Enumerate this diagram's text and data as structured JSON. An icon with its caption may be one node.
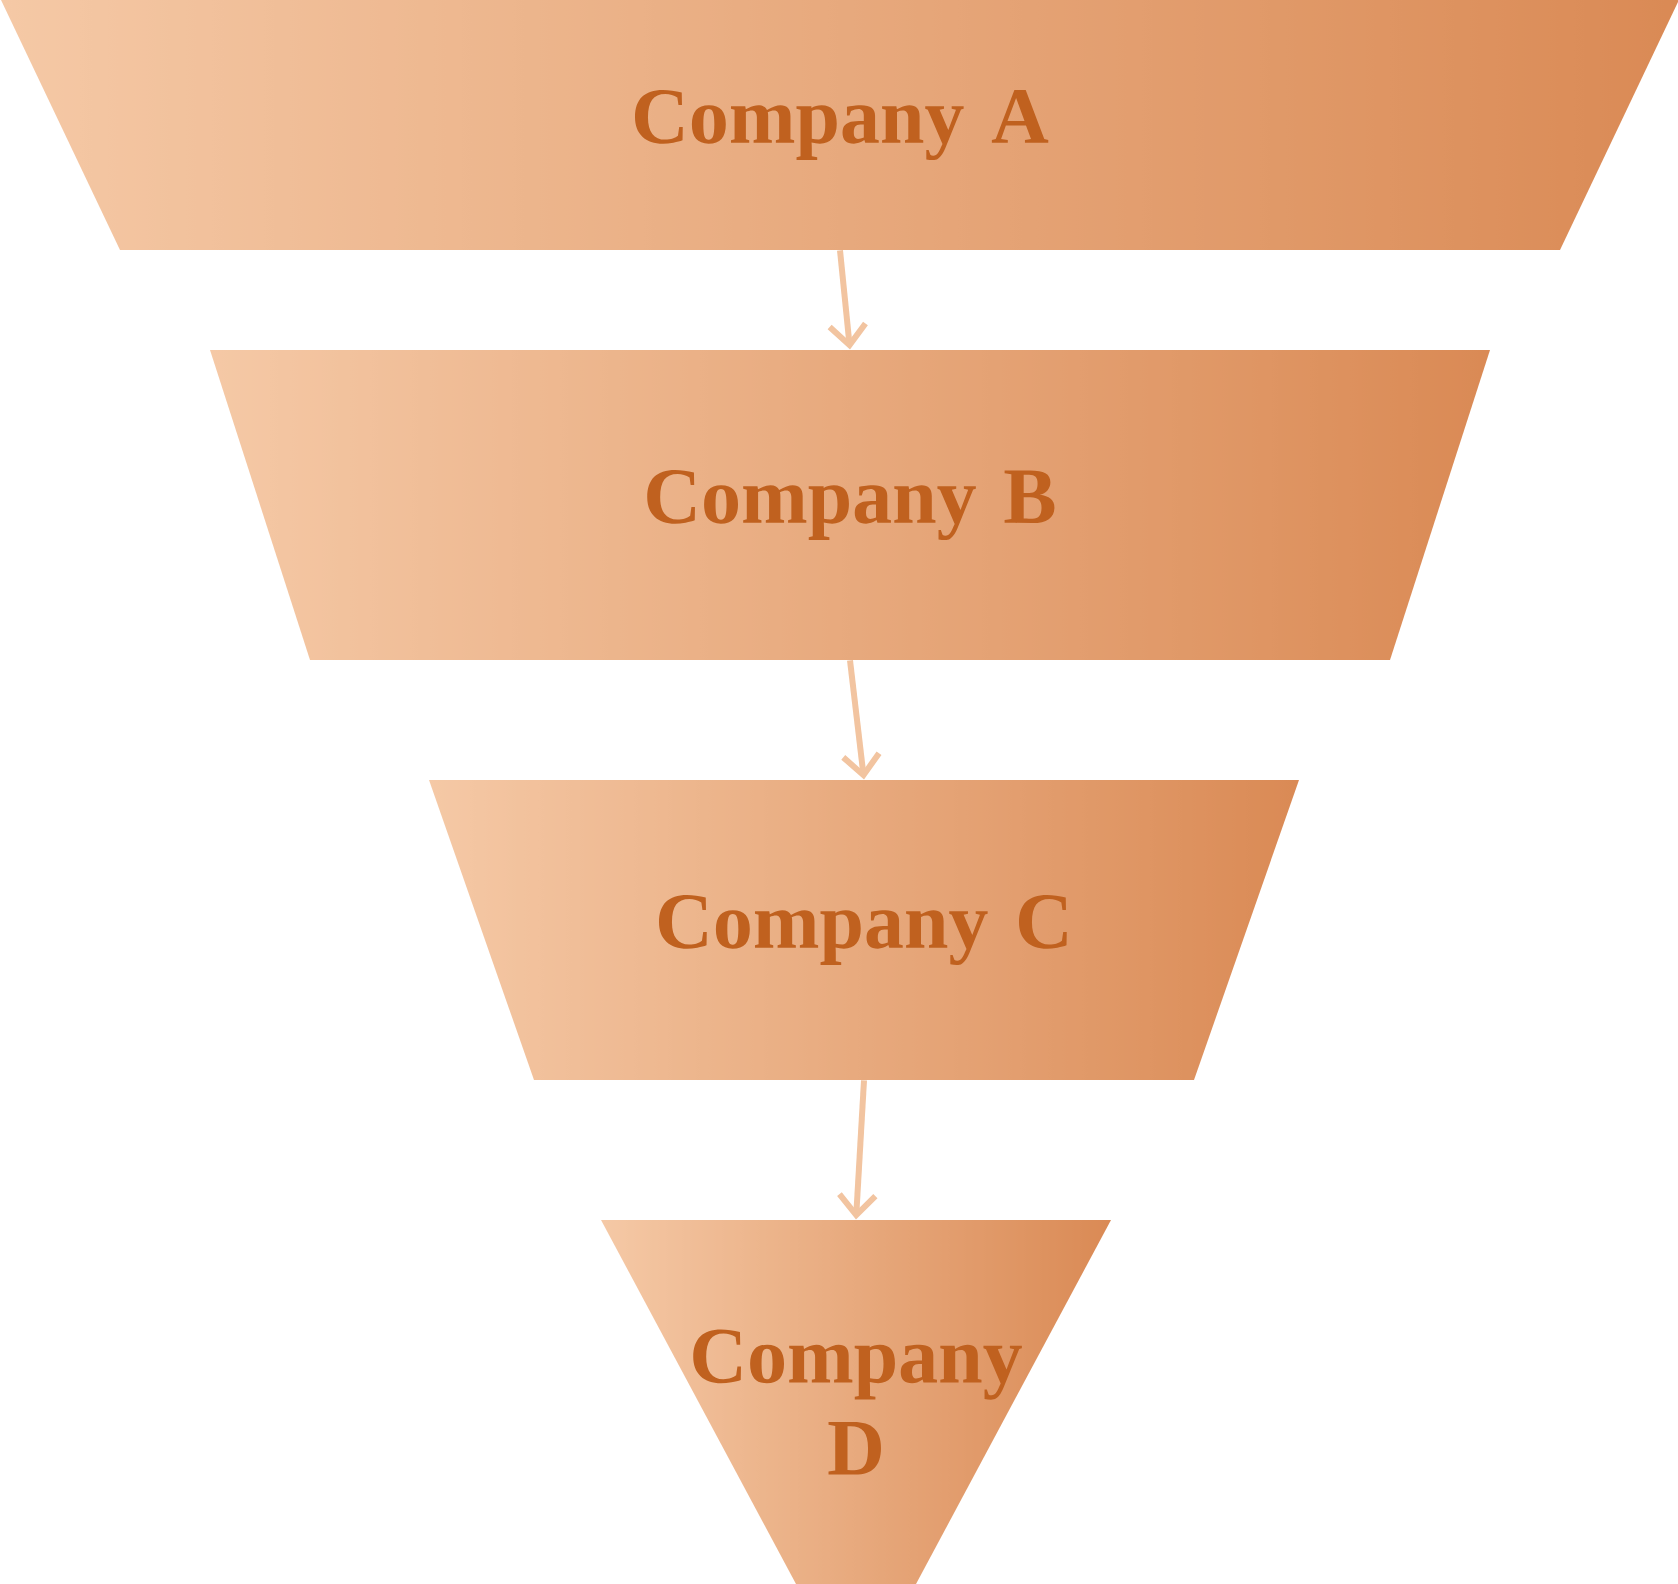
{
  "diagram": {
    "nodes": [
      {
        "text": [
          "Company A"
        ]
      },
      {
        "text": [
          "Company B"
        ]
      },
      {
        "text": [
          "Company C"
        ]
      },
      {
        "text": [
          "Company D"
        ]
      }
    ],
    "edges": [
      {
        "from": 0,
        "to": 1,
        "arrow": "to"
      },
      {
        "from": 1,
        "to": 2,
        "arrow": "to"
      },
      {
        "from": 2,
        "to": 3,
        "arrow": "to"
      }
    ]
  }
}
